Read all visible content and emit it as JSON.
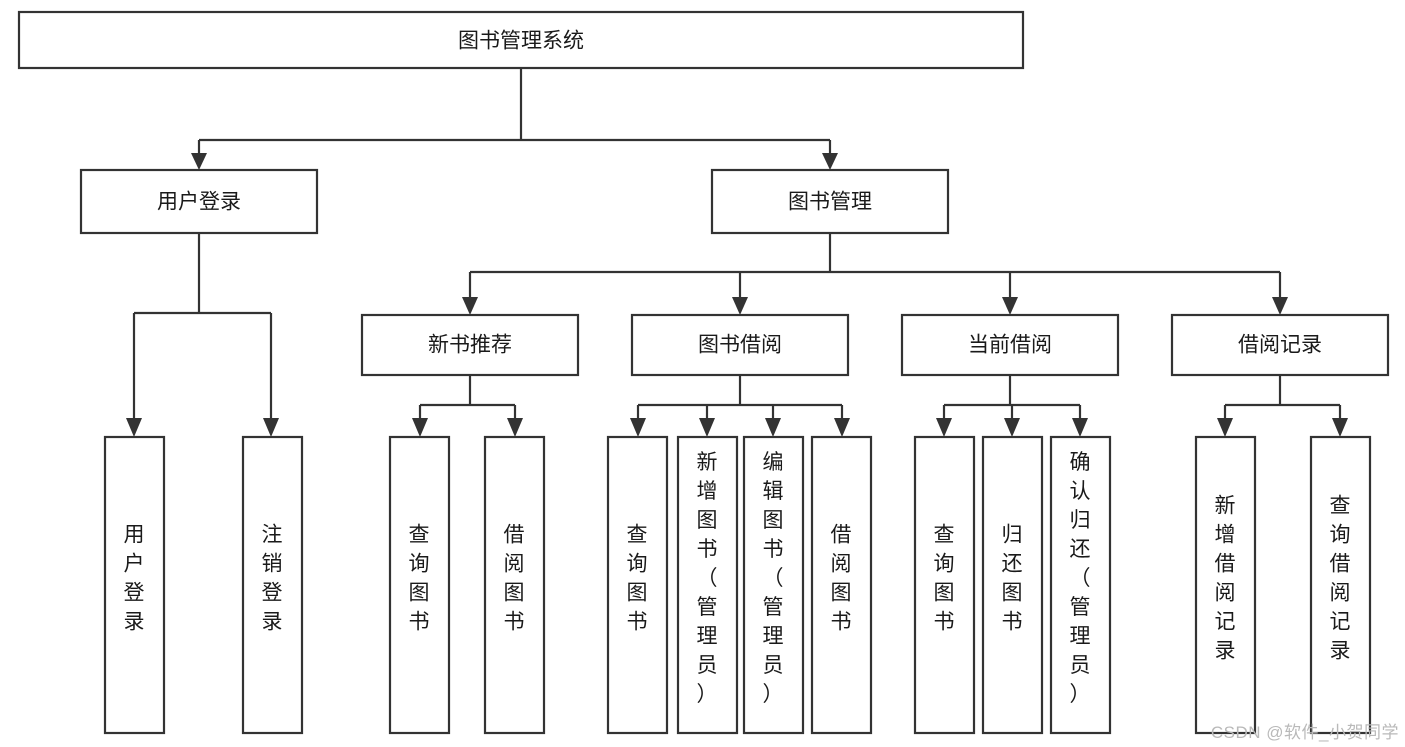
{
  "diagram": {
    "type": "tree-hierarchy",
    "title": "图书管理系统",
    "orientation": "top-down",
    "colors": {
      "box_stroke": "#333333",
      "box_fill": "#ffffff",
      "text": "#1a1a1a",
      "background": "#ffffff",
      "watermark": "#b9b9b9"
    },
    "nodes": {
      "root": {
        "label": "图书管理系统",
        "level": 1,
        "orientation": "horizontal"
      },
      "level2": [
        {
          "id": "user-login",
          "label": "用户登录",
          "orientation": "horizontal"
        },
        {
          "id": "book-manage",
          "label": "图书管理",
          "orientation": "horizontal"
        }
      ],
      "level3": [
        {
          "id": "new-book-recommend",
          "label": "新书推荐",
          "parent": "book-manage",
          "orientation": "horizontal"
        },
        {
          "id": "book-borrow",
          "label": "图书借阅",
          "parent": "book-manage",
          "orientation": "horizontal"
        },
        {
          "id": "current-borrow",
          "label": "当前借阅",
          "parent": "book-manage",
          "orientation": "horizontal"
        },
        {
          "id": "borrow-record",
          "label": "借阅记录",
          "parent": "book-manage",
          "orientation": "horizontal"
        }
      ],
      "leaves": [
        {
          "id": "leaf-user-login",
          "label": "用户登录",
          "parent": "user-login",
          "orientation": "vertical"
        },
        {
          "id": "leaf-logout-login",
          "label": "注销登录",
          "parent": "user-login",
          "orientation": "vertical"
        },
        {
          "id": "leaf-query-book-1",
          "label": "查询图书",
          "parent": "new-book-recommend",
          "orientation": "vertical"
        },
        {
          "id": "leaf-borrow-book-1",
          "label": "借阅图书",
          "parent": "new-book-recommend",
          "orientation": "vertical"
        },
        {
          "id": "leaf-query-book-2",
          "label": "查询图书",
          "parent": "book-borrow",
          "orientation": "vertical"
        },
        {
          "id": "leaf-add-book",
          "label": "新增图书（管理员）",
          "parent": "book-borrow",
          "orientation": "vertical"
        },
        {
          "id": "leaf-edit-book",
          "label": "编辑图书（管理员）",
          "parent": "book-borrow",
          "orientation": "vertical"
        },
        {
          "id": "leaf-borrow-book-2",
          "label": "借阅图书",
          "parent": "book-borrow",
          "orientation": "vertical"
        },
        {
          "id": "leaf-query-book-3",
          "label": "查询图书",
          "parent": "current-borrow",
          "orientation": "vertical"
        },
        {
          "id": "leaf-return-book",
          "label": "归还图书",
          "parent": "current-borrow",
          "orientation": "vertical"
        },
        {
          "id": "leaf-confirm-return",
          "label": "确认归还（管理员）",
          "parent": "current-borrow",
          "orientation": "vertical"
        },
        {
          "id": "leaf-add-record",
          "label": "新增借阅记录",
          "parent": "borrow-record",
          "orientation": "vertical"
        },
        {
          "id": "leaf-query-record",
          "label": "查询借阅记录",
          "parent": "borrow-record",
          "orientation": "vertical"
        }
      ]
    },
    "watermark": "CSDN @软件_小贺同学"
  }
}
